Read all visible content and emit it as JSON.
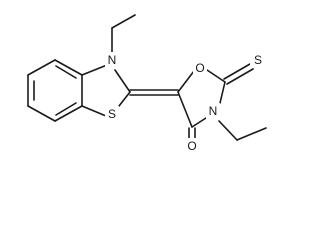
{
  "atom_labels": {
    "n_benzothiazole": "N",
    "s_benzothiazole": "S",
    "o_ring": "O",
    "s_thioxo": "S",
    "n_oxazolidine": "N",
    "o_carbonyl": "O"
  }
}
